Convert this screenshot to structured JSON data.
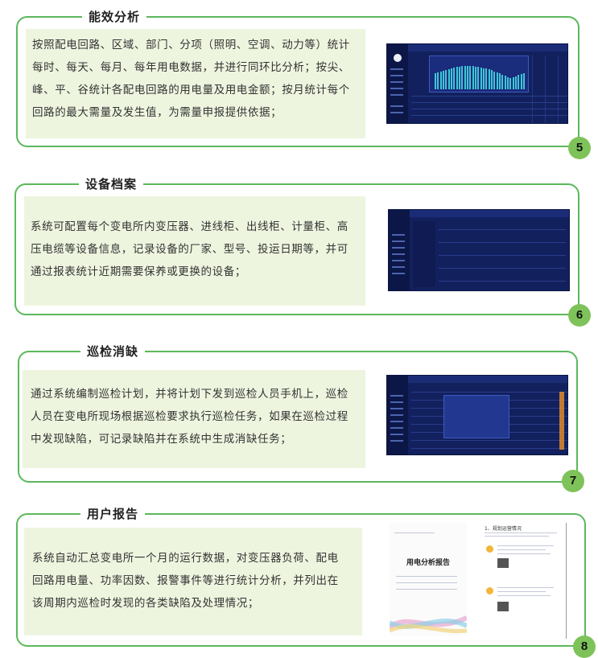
{
  "sections": [
    {
      "title": "能效分析",
      "lines": [
        "按照配电回路、区域、部门、分项（照明、空调、动力等）统计",
        "每时、每天、每月、每年用电数据，并进行同环比分析；按尖、",
        "峰、平、谷统计各配电回路的用电量及用电金额；按月统计每个",
        "回路的最大需量及发生值，为需量申报提供依据；"
      ],
      "number": "5"
    },
    {
      "title": "设备档案",
      "lines": [
        "系统可配置每个变电所内变压器、进线柜、出线柜、计量柜、高",
        "压电缆等设备信息，记录设备的厂家、型号、投运日期等，并可",
        "通过报表统计近期需要保养或更换的设备；"
      ],
      "number": "6"
    },
    {
      "title": "巡检消缺",
      "lines": [
        "通过系统编制巡检计划，并将计划下发到巡检人员手机上，巡检",
        "人员在变电所现场根据巡检要求执行巡检任务，如果在巡检过程",
        "中发现缺陷，可记录缺陷并在系统中生成消缺任务；"
      ],
      "number": "7"
    },
    {
      "title": "用户报告",
      "lines": [
        "系统自动汇总变电所一个月的运行数据，对变压器负荷、配电",
        "回路用电量、功率因数、报警事件等进行统计分析，并列出在",
        "该周期内巡检时发现的各类缺陷及处理情况；"
      ],
      "number": "8"
    }
  ],
  "report_thumbnail": {
    "title": "用电分析报告",
    "section_heading": "1、规划运营情况"
  },
  "colors": {
    "border_green": "#5cb85c",
    "text_box_bg": "#eef5df",
    "badge_green": "#7ec35a",
    "ui_dark_blue": "#12215e",
    "chart_cyan": "#3ec7d6"
  }
}
